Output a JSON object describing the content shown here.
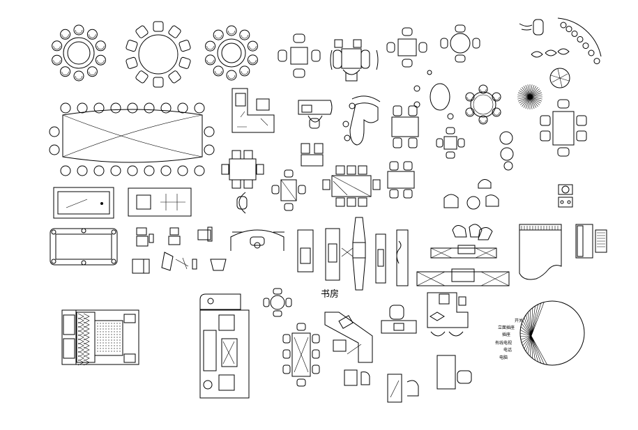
{
  "study_label": "书房",
  "legend_labels": [
    "开关",
    "立面插座",
    "插座",
    "有线电视",
    "电话",
    "电脑"
  ]
}
